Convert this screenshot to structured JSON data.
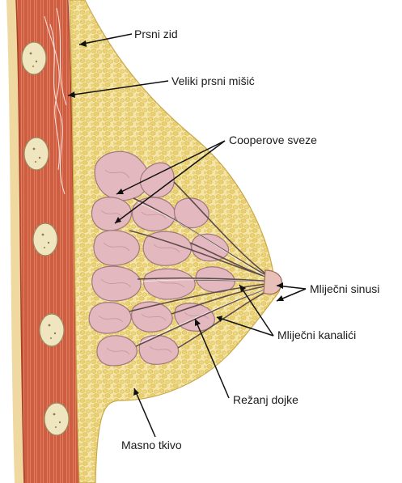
{
  "labels": {
    "chest_wall": "Prsni zid",
    "pectoralis": "Veliki prsni mišić",
    "cooper": "Cooperove sveze",
    "sinuses": "Mliječni sinusi",
    "ducts": "Mliječni kanalići",
    "lobe": "Režanj dojke",
    "fat": "Masno tkivo"
  },
  "colors": {
    "muscle": "#d9694a",
    "muscle_dark": "#b84a33",
    "fat": "#f2e2a0",
    "fat_cell": "#e6c95c",
    "lobule": "#e2b6bd",
    "lobule_edge": "#b88890",
    "duct": "#6b5a5a",
    "rib": "#f0e8c0"
  }
}
